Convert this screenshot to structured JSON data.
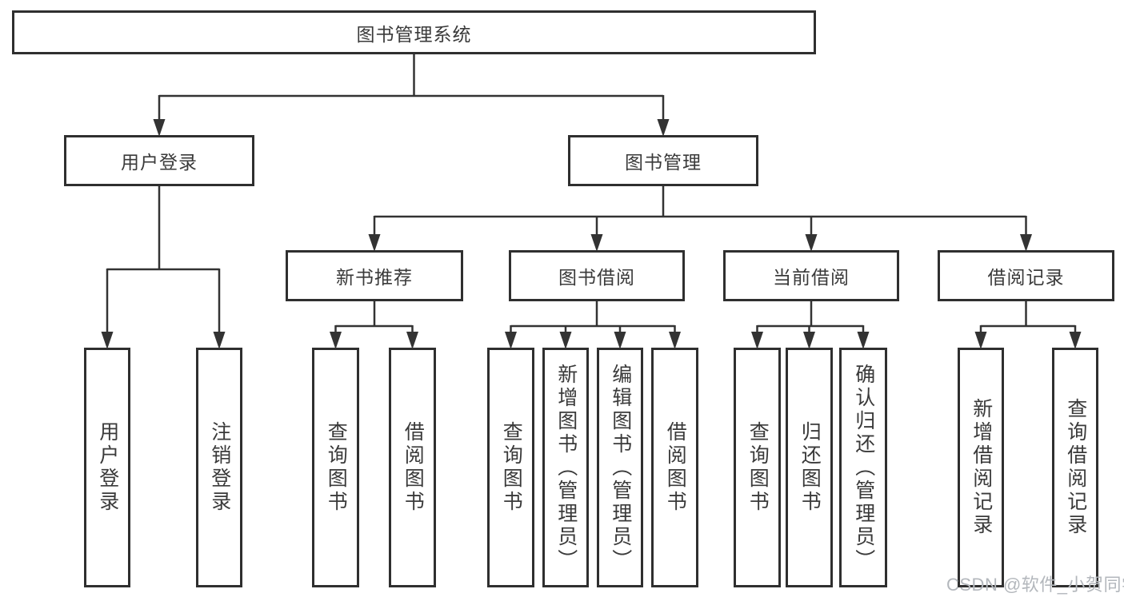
{
  "diagram": {
    "title": "图书管理系统",
    "watermark": "CSDN @软件_小贺同学",
    "colors": {
      "line": "#333333",
      "box_border": "#2f2f2f",
      "text": "#3a3a3a",
      "background": "#ffffff",
      "watermark": "#b3b7bc"
    },
    "tree": {
      "id": "root",
      "label": "图书管理系统",
      "children": [
        {
          "id": "user-login",
          "label": "用户登录",
          "children": [
            {
              "id": "leaf-user-login",
              "label": "用户登录"
            },
            {
              "id": "leaf-logout",
              "label": "注销登录"
            }
          ]
        },
        {
          "id": "book-management",
          "label": "图书管理",
          "children": [
            {
              "id": "new-book-recommendation",
              "label": "新书推荐",
              "children": [
                {
                  "id": "leaf-query-books-1",
                  "label": "查询图书"
                },
                {
                  "id": "leaf-borrow-books-1",
                  "label": "借阅图书"
                }
              ]
            },
            {
              "id": "book-borrowing",
              "label": "图书借阅",
              "children": [
                {
                  "id": "leaf-query-books-2",
                  "label": "查询图书"
                },
                {
                  "id": "leaf-add-books",
                  "label": "新增图书（管理员）"
                },
                {
                  "id": "leaf-edit-books",
                  "label": "编辑图书（管理员）"
                },
                {
                  "id": "leaf-borrow-books-2",
                  "label": "借阅图书"
                }
              ]
            },
            {
              "id": "current-borrowing",
              "label": "当前借阅",
              "children": [
                {
                  "id": "leaf-query-books-3",
                  "label": "查询图书"
                },
                {
                  "id": "leaf-return-books",
                  "label": "归还图书"
                },
                {
                  "id": "leaf-confirm-return",
                  "label": "确认归还（管理员）"
                }
              ]
            },
            {
              "id": "borrowing-records",
              "label": "借阅记录",
              "children": [
                {
                  "id": "leaf-add-borrow-record",
                  "label": "新增借阅记录"
                },
                {
                  "id": "leaf-query-borrow-record",
                  "label": "查询借阅记录"
                }
              ]
            }
          ]
        }
      ]
    }
  }
}
